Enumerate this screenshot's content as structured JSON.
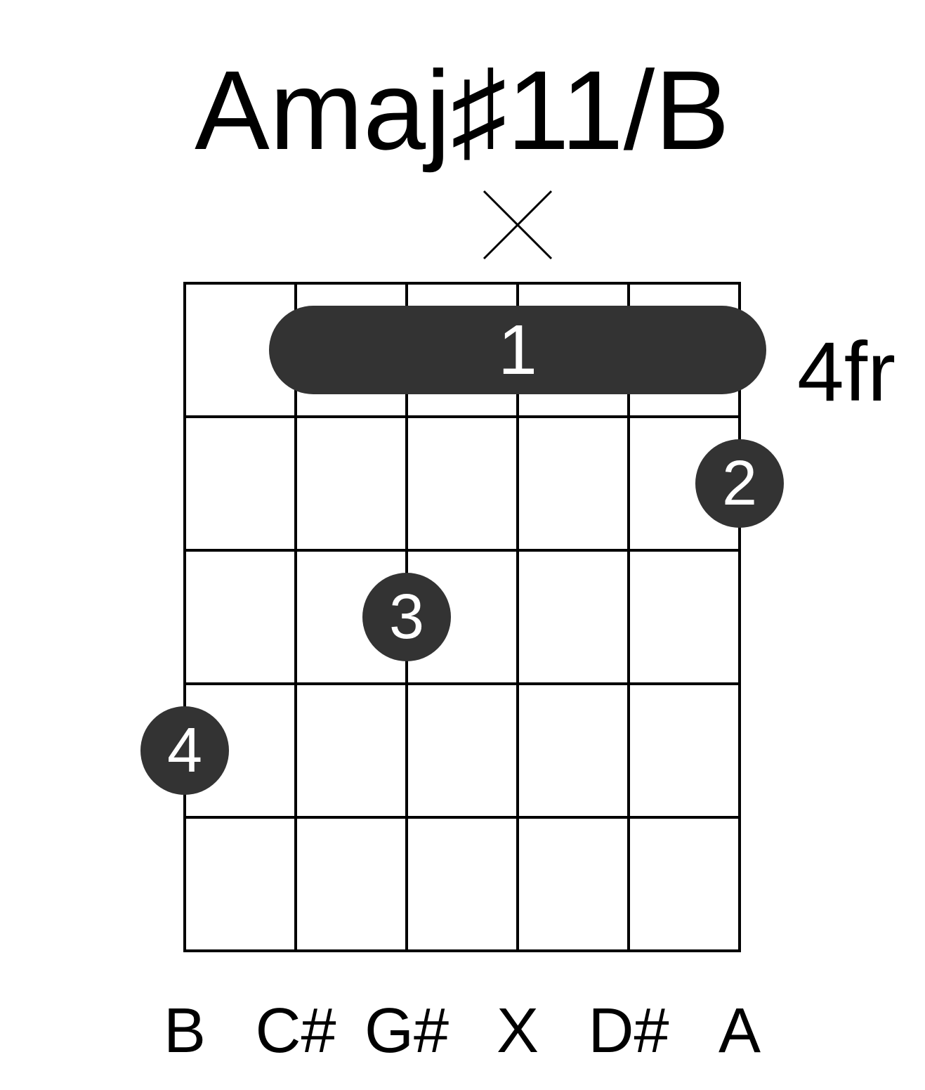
{
  "chord": {
    "name": "Amaj♯11/B",
    "start_fret_label": "4fr",
    "strings_count": 6,
    "frets_shown": 5,
    "colors": {
      "grid": "#000000",
      "marker": "#333333",
      "marker_text": "#ffffff",
      "text": "#000000"
    },
    "muted_strings": [
      4
    ],
    "barre": {
      "fret": 1,
      "from_string": 2,
      "to_string": 6,
      "finger": "1"
    },
    "fingers": [
      {
        "string": 6,
        "fret": 2,
        "finger": "2"
      },
      {
        "string": 3,
        "fret": 3,
        "finger": "3"
      },
      {
        "string": 1,
        "fret": 4,
        "finger": "4"
      }
    ],
    "notes": [
      "B",
      "C#",
      "G#",
      "X",
      "D#",
      "A"
    ]
  }
}
